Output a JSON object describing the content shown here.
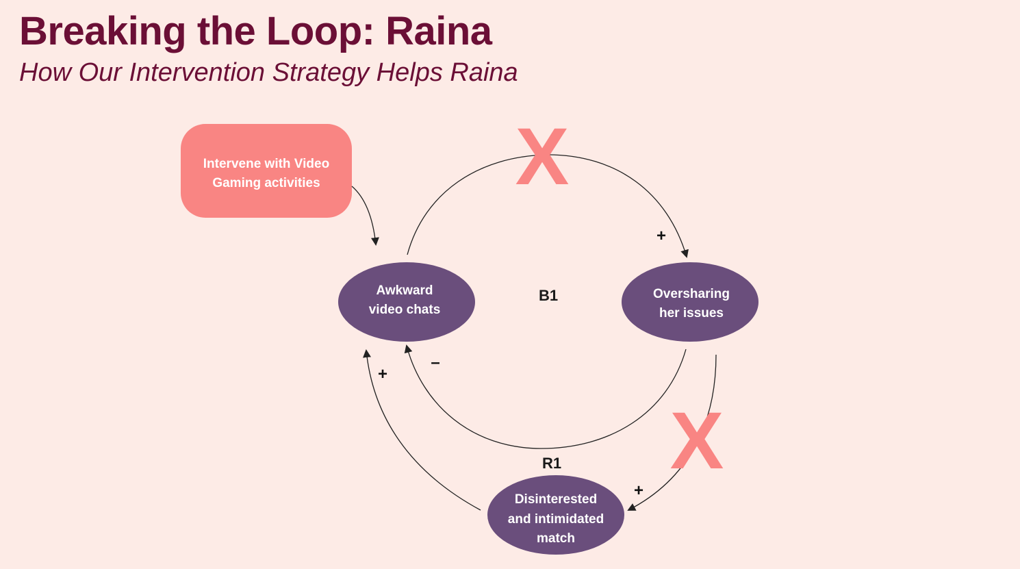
{
  "slide": {
    "title": "Breaking the Loop: Raina",
    "subtitle": "How Our Intervention Strategy Helps Raina"
  },
  "diagram": {
    "intervention": {
      "line1": "Intervene with Video",
      "line2": "Gaming activities"
    },
    "nodes": {
      "awkward": {
        "line1": "Awkward",
        "line2": "video chats"
      },
      "oversharing": {
        "line1": "Oversharing",
        "line2": "her issues"
      },
      "disinterested": {
        "line1": "Disinterested",
        "line2": "and intimidated",
        "line3": "match"
      }
    },
    "loops": {
      "b1": "B1",
      "r1": "R1"
    },
    "polarities": {
      "awkward_to_oversharing": "+",
      "oversharing_to_awkward": "–",
      "oversharing_to_disinterested": "+",
      "disinterested_to_awkward": "+"
    },
    "break_marks": {
      "top": "X",
      "bottom_right": "X"
    },
    "colors": {
      "background": "#fdebe6",
      "title": "#6b0f36",
      "node_fill": "#6a4e7c",
      "intervention_fill": "#f98583",
      "cross": "#f98583",
      "arrow": "#222222"
    }
  }
}
